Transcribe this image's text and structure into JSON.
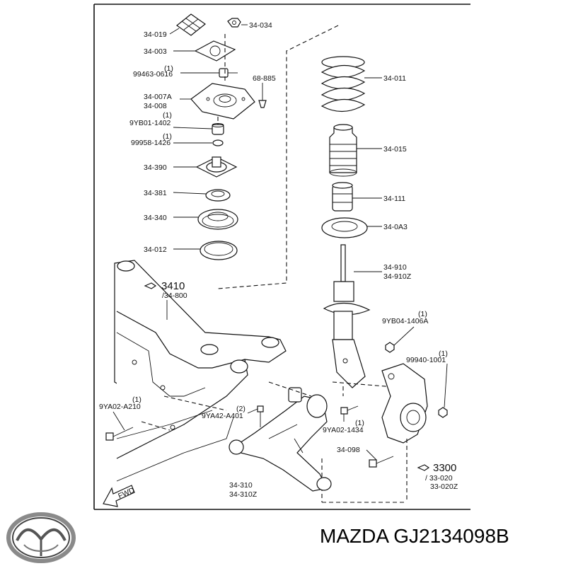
{
  "callouts": {
    "c34_019": "34-019",
    "c34_034": "34-034",
    "c34_003": "34-003",
    "c99463_qty": "(1)",
    "c99463": "99463-0616",
    "c68_885": "68-885",
    "c34_007a": "34-007A",
    "c34_008": "34-008",
    "c9yb01_qty": "(1)",
    "c9yb01": "9YB01-1402",
    "c99958_qty": "(1)",
    "c99958": "99958-1426",
    "c34_390": "34-390",
    "c34_381": "34-381",
    "c34_340": "34-340",
    "c34_012": "34-012",
    "c34_011": "34-011",
    "c34_015": "34-015",
    "c34_111": "34-111",
    "c34_0a3": "34-0A3",
    "c34_910": "34-910",
    "c34_910z": "34-910Z",
    "c9yb04_qty": "(1)",
    "c9yb04": "9YB04-1406A",
    "c99940_qty": "(1)",
    "c99940": "99940-1001",
    "c3410": "3410",
    "c34_800": "/34-800",
    "c9ya02a210_qty": "(1)",
    "c9ya02a210": "9YA02-A210",
    "c9ya42_qty": "(2)",
    "c9ya42": "9YA42-A401",
    "c9ya02_1434_qty": "(1)",
    "c9ya02_1434": "9YA02-1434",
    "c34_098": "34-098",
    "c3300": "3300",
    "c33_020": "/ 33-020",
    "c33_020z": "33-020Z",
    "c34_310": "34-310",
    "c34_310z": "34-310Z",
    "fwd": "FWD"
  },
  "brand_caption": "MAZDA GJ2134098B",
  "logo": {
    "name": "mazda-logo",
    "text": "mazda"
  }
}
